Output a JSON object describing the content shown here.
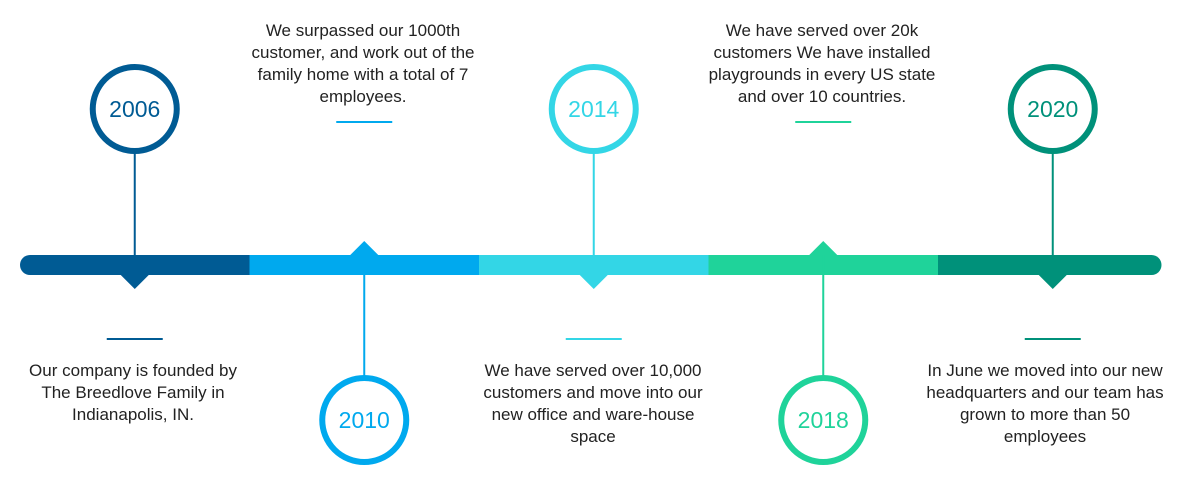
{
  "milestones": [
    {
      "year": "2006",
      "color": "#005b94",
      "position": "top",
      "text": "Our company is founded by The Breedlove Family in Indianapolis, IN."
    },
    {
      "year": "2010",
      "color": "#00a9ee",
      "position": "bottom",
      "text": "We surpassed our 1000th customer, and work out of the family home with a total of 7 employees."
    },
    {
      "year": "2014",
      "color": "#33d6e6",
      "position": "top",
      "text": "We have served over 10,000 customers and move into our new office and ware-house space"
    },
    {
      "year": "2018",
      "color": "#1fd39a",
      "position": "bottom",
      "text": "We have served over 20k customers We have installed playgrounds in every US state and over 10 countries."
    },
    {
      "year": "2020",
      "color": "#00917a",
      "position": "top",
      "text": "In June we moved into our new headquarters and our team has grown to more than 50 employees"
    }
  ]
}
